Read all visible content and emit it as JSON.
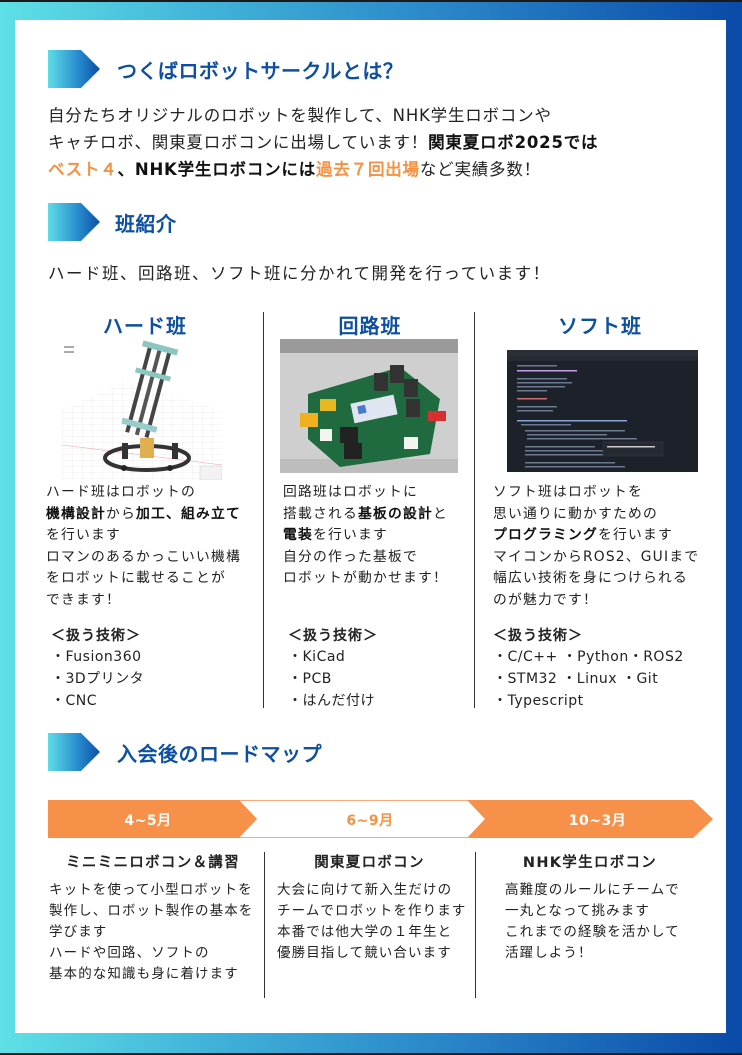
{
  "colors": {
    "accent_blue": "#0d4fa0",
    "accent_orange": "#f59143",
    "gradient_start": "#5fe0e6",
    "gradient_end": "#0a4aa8"
  },
  "section_about": {
    "icon": "arrow-pentagon-icon",
    "title": "つくばロボットサークルとは？",
    "line1": "自分たちオリジナルのロボットを製作して、NHK学生ロボコンや",
    "line2_plain": "キャチロボ、関東夏ロボコンに出場しています！",
    "line2_bold": "関東夏ロボ2025では",
    "line3_hl1": "ベスト４",
    "line3_bold1": "、NHK学生ロボコンには",
    "line3_hl2": "過去７回出場",
    "line3_plain": "など実績多数！"
  },
  "section_teams": {
    "icon": "arrow-pentagon-icon",
    "title": "班紹介",
    "intro": "ハード班、回路班、ソフト班に分かれて開発を行っています！",
    "teams": [
      {
        "name": "ハード班",
        "image": "cad-robot-model-image",
        "desc": [
          {
            "parts": [
              {
                "t": "ハード班はロボットの",
                "b": false
              }
            ]
          },
          {
            "parts": [
              {
                "t": "機構設計",
                "b": true
              },
              {
                "t": "から",
                "b": false
              },
              {
                "t": "加工、組み立て",
                "b": true
              }
            ]
          },
          {
            "parts": [
              {
                "t": "を行います",
                "b": false
              }
            ]
          },
          {
            "parts": [
              {
                "t": "ロマンのあるかっこいい機構",
                "b": false
              }
            ]
          },
          {
            "parts": [
              {
                "t": "をロボットに載せることが",
                "b": false
              }
            ]
          },
          {
            "parts": [
              {
                "t": "できます！",
                "b": false
              }
            ]
          }
        ],
        "tech_heading": "＜扱う技術＞",
        "tech": [
          "・Fusion360",
          "・3Dプリンタ",
          "・CNC"
        ]
      },
      {
        "name": "回路班",
        "image": "circuit-board-photo",
        "desc": [
          {
            "parts": [
              {
                "t": "回路班はロボットに",
                "b": false
              }
            ]
          },
          {
            "parts": [
              {
                "t": "搭載される",
                "b": false
              },
              {
                "t": "基板の設計",
                "b": true
              },
              {
                "t": "と",
                "b": false
              }
            ]
          },
          {
            "parts": [
              {
                "t": "電装",
                "b": true
              },
              {
                "t": "を行います",
                "b": false
              }
            ]
          },
          {
            "parts": [
              {
                "t": "自分の作った基板で",
                "b": false
              }
            ]
          },
          {
            "parts": [
              {
                "t": "ロボットが動かせます！",
                "b": false
              }
            ]
          }
        ],
        "tech_heading": "＜扱う技術＞",
        "tech": [
          "・KiCad",
          "・PCB",
          "・はんだ付け"
        ]
      },
      {
        "name": "ソフト班",
        "image": "code-editor-screenshot",
        "desc": [
          {
            "parts": [
              {
                "t": "ソフト班はロボットを",
                "b": false
              }
            ]
          },
          {
            "parts": [
              {
                "t": "思い通りに動かすための",
                "b": false
              }
            ]
          },
          {
            "parts": [
              {
                "t": "プログラミング",
                "b": true
              },
              {
                "t": "を行います",
                "b": false
              }
            ]
          },
          {
            "parts": [
              {
                "t": "マイコンからROS2、GUIまで",
                "b": false
              }
            ]
          },
          {
            "parts": [
              {
                "t": "幅広い技術を身につけられる",
                "b": false
              }
            ]
          },
          {
            "parts": [
              {
                "t": "のが魅力です！",
                "b": false
              }
            ]
          }
        ],
        "tech_heading": "＜扱う技術＞",
        "tech": [
          "・C/C++ ・Python・ROS2",
          "・STM32 ・Linux ・Git",
          "・Typescript"
        ]
      }
    ]
  },
  "section_roadmap": {
    "icon": "arrow-pentagon-icon",
    "title": "入会後のロードマップ",
    "periods": [
      "4~5月",
      "6~9月",
      "10~3月"
    ],
    "events": [
      {
        "title": "ミニミニロボコン＆講習",
        "desc": [
          "キットを使って小型ロボットを",
          "製作し、ロボット製作の基本を",
          "学びます",
          "ハードや回路、ソフトの",
          "基本的な知識も身に着けます"
        ]
      },
      {
        "title": "関東夏ロボコン",
        "desc": [
          "大会に向けて新入生だけの",
          "チームでロボットを作ります",
          "本番では他大学の１年生と",
          "優勝目指して競い合います"
        ]
      },
      {
        "title": "NHK学生ロボコン",
        "desc": [
          "高難度のルールにチームで",
          "一丸となって挑みます",
          "これまでの経験を活かして",
          "活躍しよう！"
        ]
      }
    ]
  }
}
